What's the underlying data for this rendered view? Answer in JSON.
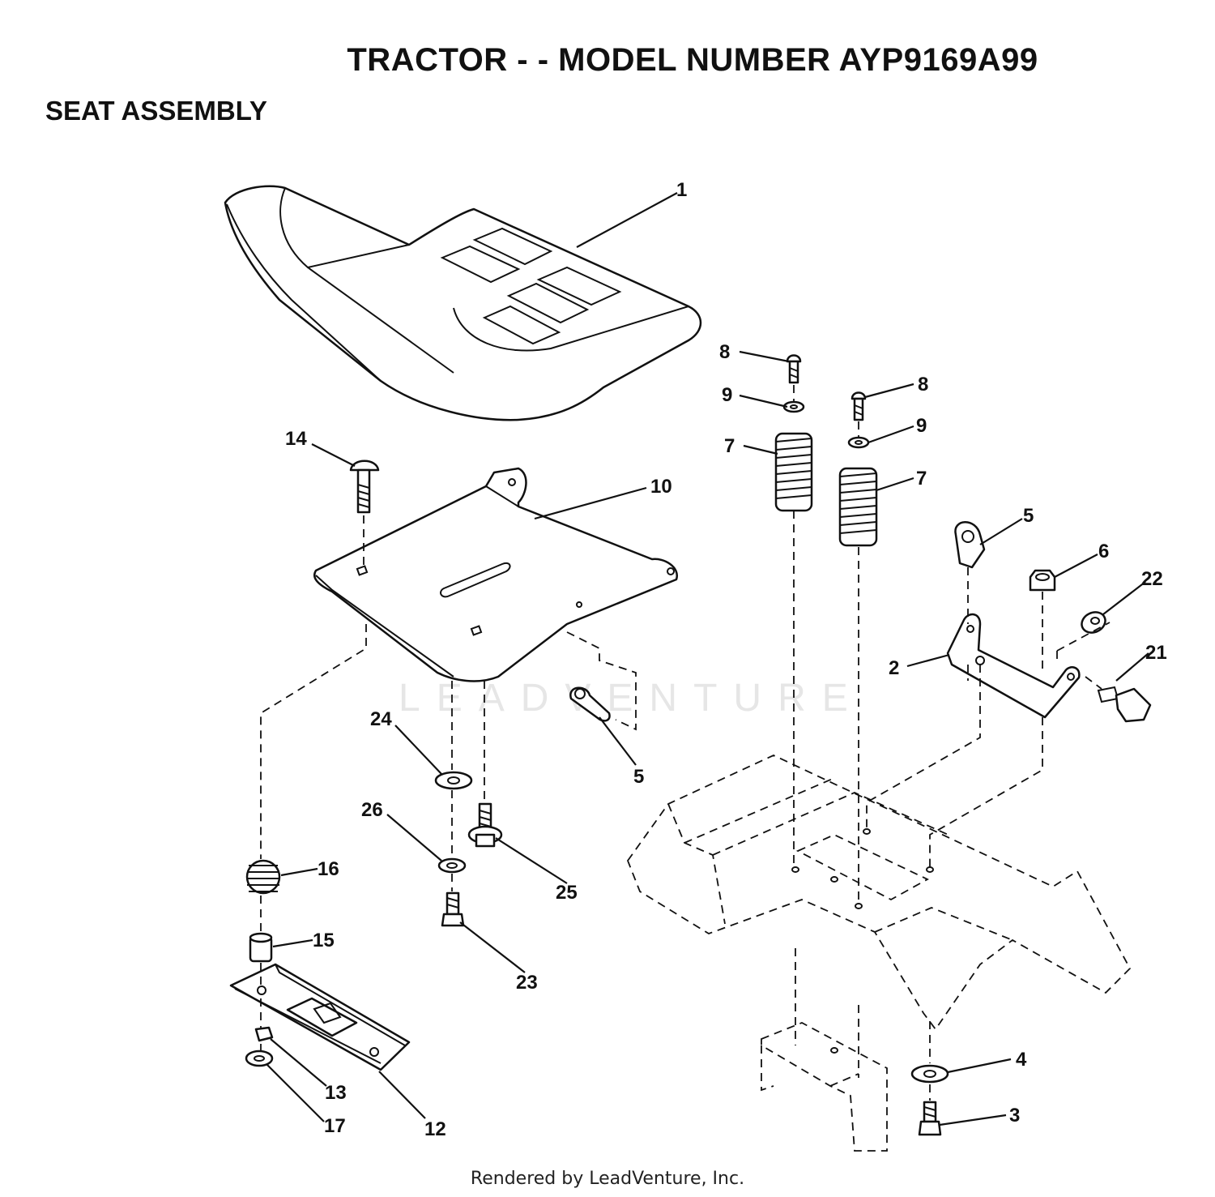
{
  "title": "TRACTOR - - MODEL NUMBER AYP9169A99",
  "subtitle": "SEAT ASSEMBLY",
  "footer": "Rendered by LeadVenture, Inc.",
  "watermark": "LEADVENTURE",
  "callouts": [
    {
      "id": "c1",
      "label": "1"
    },
    {
      "id": "c2",
      "label": "2"
    },
    {
      "id": "c3",
      "label": "3"
    },
    {
      "id": "c4",
      "label": "4"
    },
    {
      "id": "c5a",
      "label": "5"
    },
    {
      "id": "c5b",
      "label": "5"
    },
    {
      "id": "c6",
      "label": "6"
    },
    {
      "id": "c7a",
      "label": "7"
    },
    {
      "id": "c7b",
      "label": "7"
    },
    {
      "id": "c8a",
      "label": "8"
    },
    {
      "id": "c8b",
      "label": "8"
    },
    {
      "id": "c9a",
      "label": "9"
    },
    {
      "id": "c9b",
      "label": "9"
    },
    {
      "id": "c10",
      "label": "10"
    },
    {
      "id": "c12",
      "label": "12"
    },
    {
      "id": "c13",
      "label": "13"
    },
    {
      "id": "c14",
      "label": "14"
    },
    {
      "id": "c15",
      "label": "15"
    },
    {
      "id": "c16",
      "label": "16"
    },
    {
      "id": "c17",
      "label": "17"
    },
    {
      "id": "c21",
      "label": "21"
    },
    {
      "id": "c22",
      "label": "22"
    },
    {
      "id": "c23",
      "label": "23"
    },
    {
      "id": "c24",
      "label": "24"
    },
    {
      "id": "c25",
      "label": "25"
    },
    {
      "id": "c26",
      "label": "26"
    }
  ]
}
